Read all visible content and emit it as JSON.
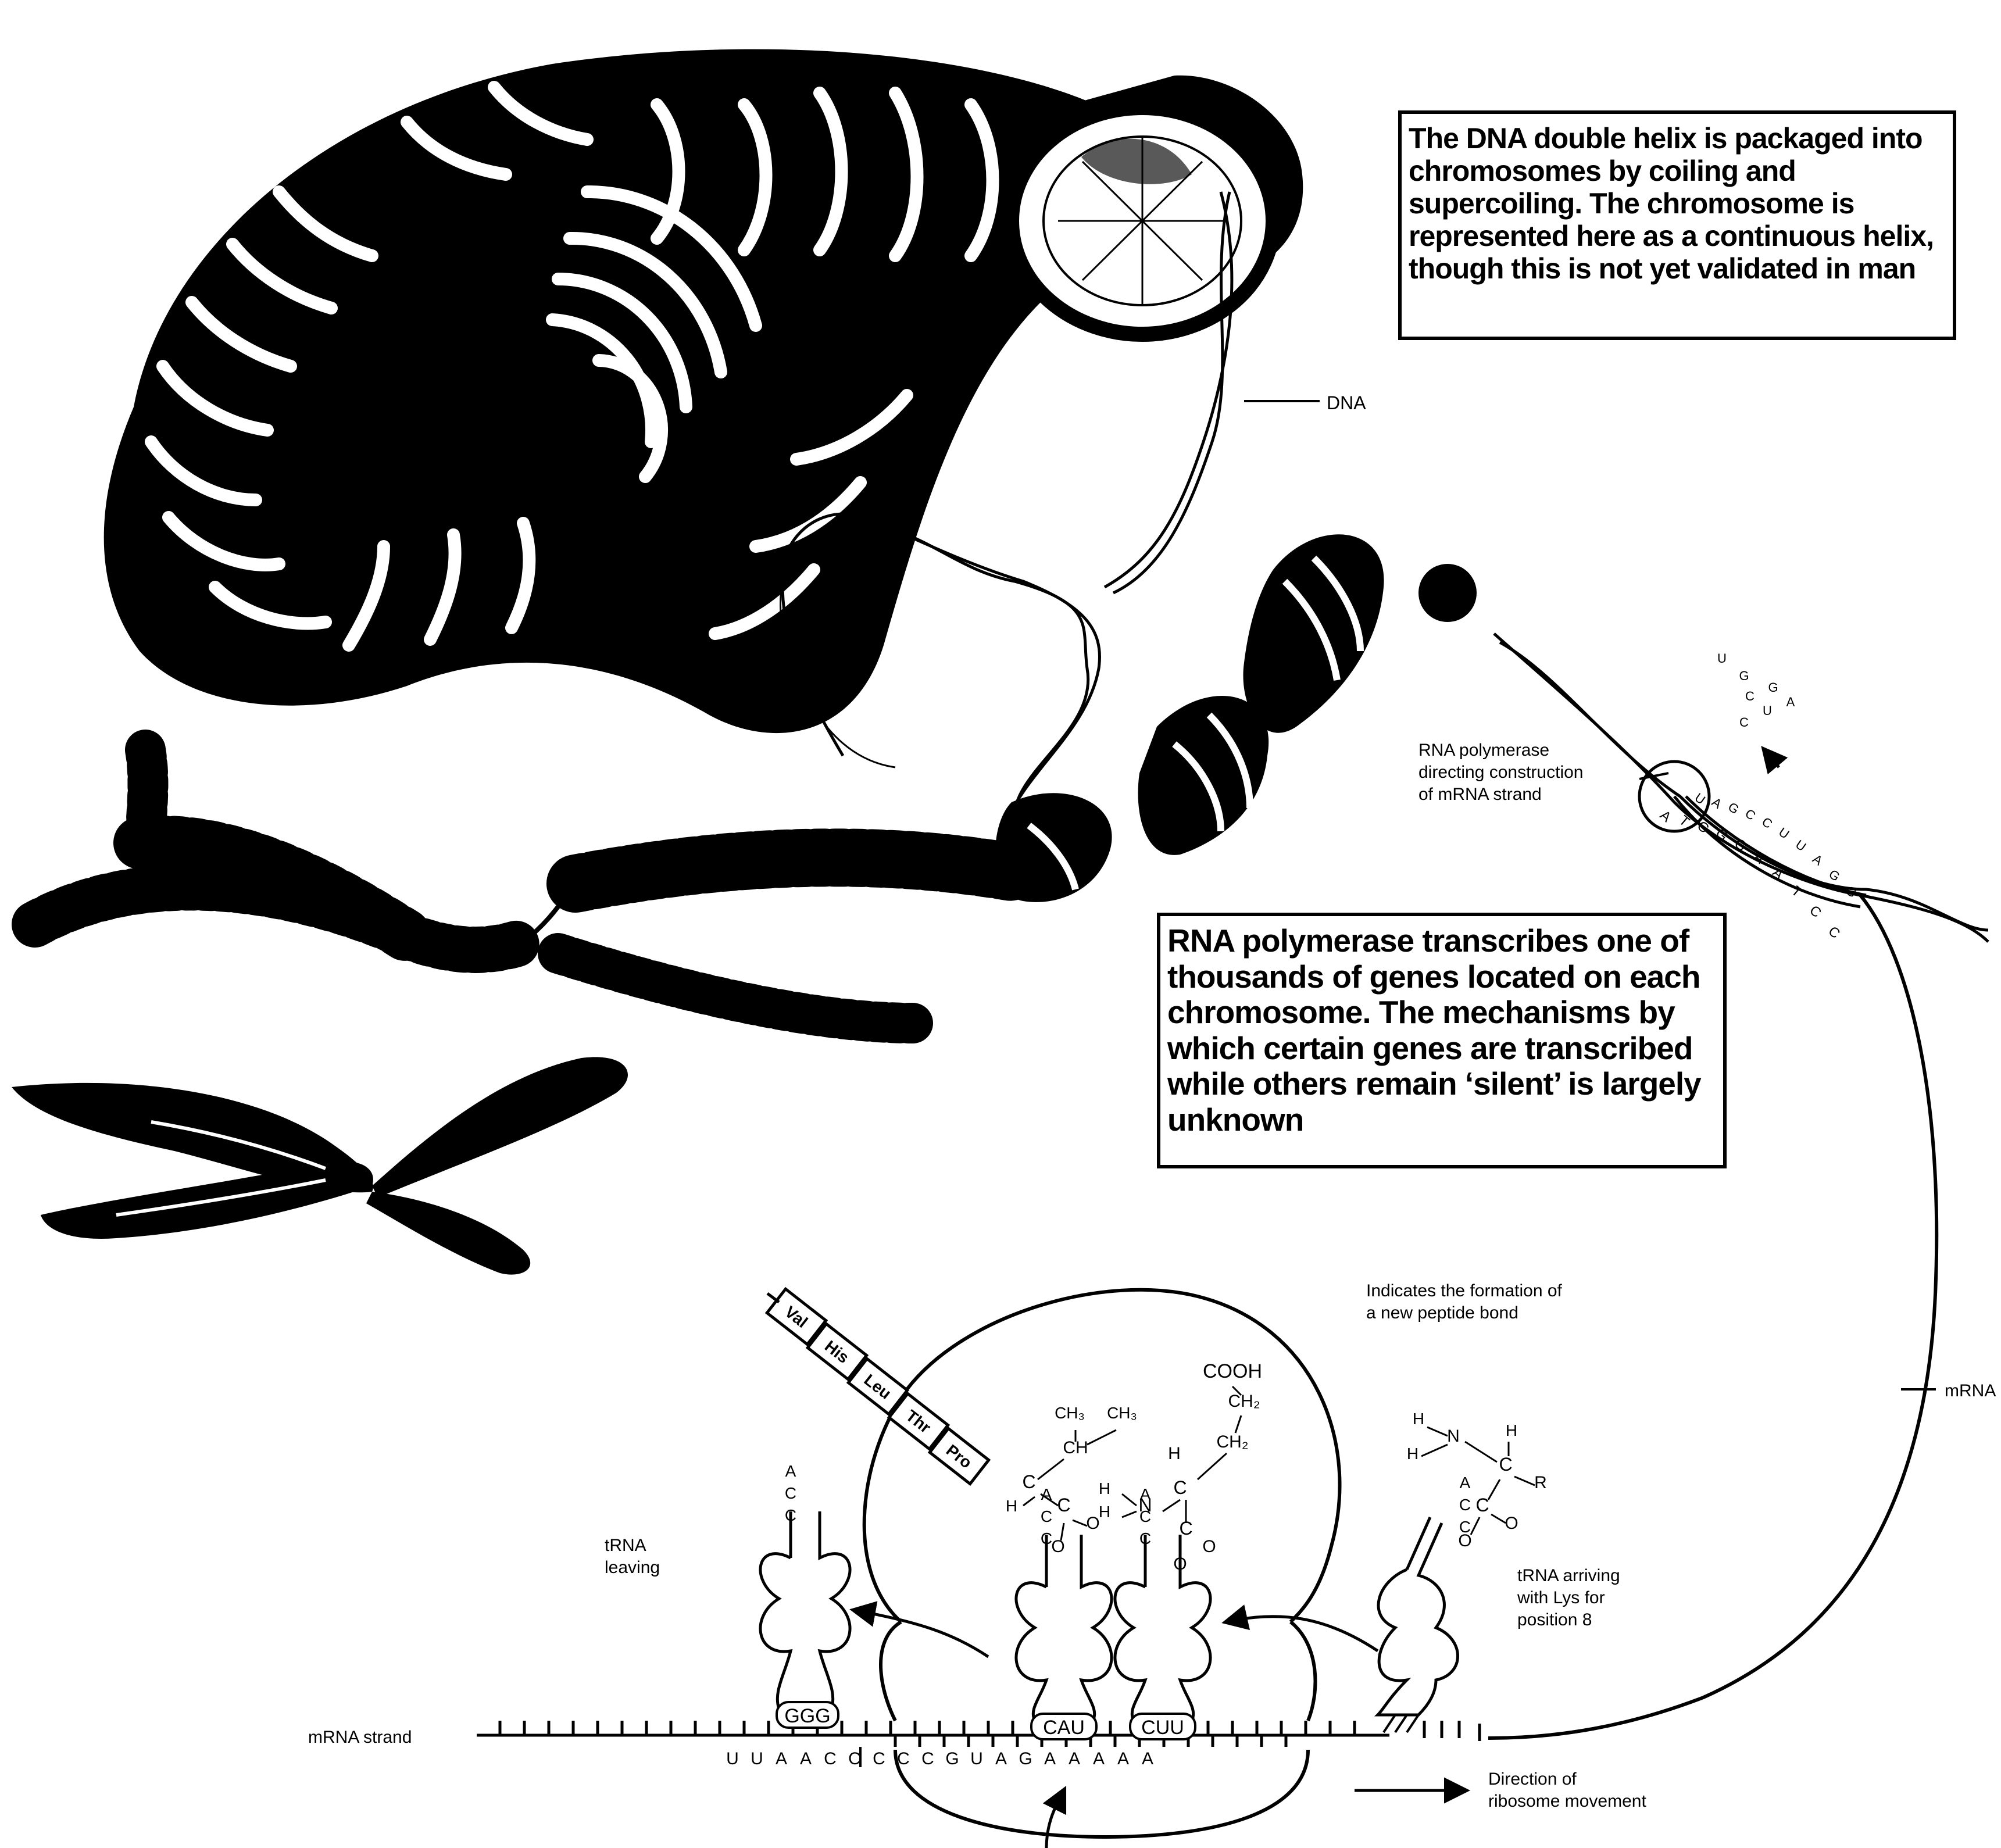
{
  "notes": {
    "dna_packaging": [
      "The DNA double helix is packaged into",
      "chromosomes by coiling and",
      "supercoiling. The chromosome is",
      "represented here as a continuous helix,",
      "though this is not yet validated in man"
    ],
    "transcription": [
      "RNA polymerase transcribes one of",
      "thousands of genes located on each",
      "chromosome. The mechanisms by",
      "which certain genes are transcribed",
      "while others remain ‘silent’ is largely",
      "unknown"
    ]
  },
  "labels": {
    "dna": "DNA",
    "rna_polymerase": [
      "RNA polymerase",
      "directing construction",
      "of mRNA strand"
    ],
    "mrna_right": "mRNA",
    "peptide_bond": [
      "Indicates the formation of",
      "a new peptide bond"
    ],
    "trna_leaving": [
      "tRNA",
      "leaving"
    ],
    "trna_arriving": [
      "tRNA arriving",
      "with Lys for",
      "position 8"
    ],
    "mrna_strand": "mRNA strand",
    "direction": [
      "Direction of",
      "ribosome movement"
    ]
  },
  "sequences": {
    "mrna": [
      "U",
      "U",
      "A",
      "A",
      "C",
      "C",
      "C",
      "C",
      "C",
      "G",
      "U",
      "A",
      "G",
      "A",
      "A",
      "A",
      "A",
      "A"
    ],
    "template_dna": [
      "A",
      "T",
      "C",
      "G",
      "G",
      "A",
      "A",
      "T",
      "C",
      "C"
    ],
    "new_rna": [
      "U",
      "A",
      "G",
      "C",
      "C",
      "U",
      "U",
      "A",
      "G",
      "G"
    ],
    "free_nucleotides": [
      "U",
      "G",
      "G",
      "A",
      "U",
      "C",
      "C"
    ],
    "anticodon_leaving": "GGG",
    "anticodon_site1": "CAU",
    "anticodon_site2": "CUU",
    "acceptor_end": [
      "A",
      "C",
      "C"
    ]
  },
  "peptide_chain": [
    "Val",
    "His",
    "Leu",
    "Thr",
    "Pro"
  ],
  "chemistry": {
    "cooh": "COOH",
    "ch2": "CH₂",
    "ch3": "CH₃",
    "ch": "CH",
    "c": "C",
    "h": "H",
    "n": "N",
    "o": "O",
    "r": "R"
  }
}
